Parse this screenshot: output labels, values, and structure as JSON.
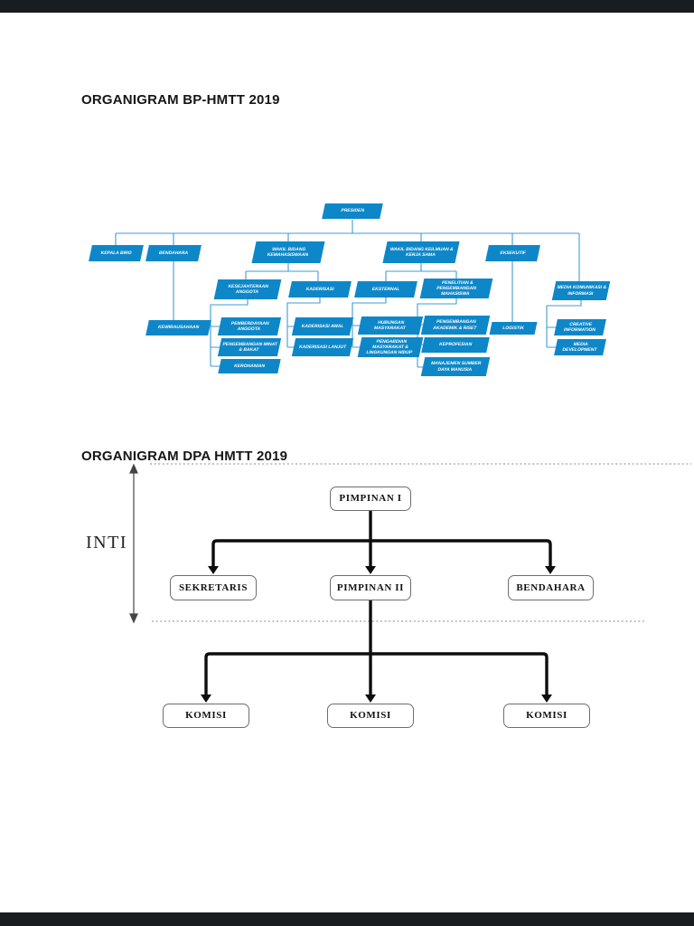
{
  "colors": {
    "accent": "#0e87c9",
    "connector_blue": "#3f9cd3",
    "line_black": "#0d0d0d",
    "dotted_gray": "#8a8a8a",
    "letterbox": "#191c20"
  },
  "bp": {
    "title": "ORGANIGRAM BP-HMTT 2019",
    "nodes": {
      "presiden": "PRESIDEN",
      "kepala_biro": "KEPALA BIRO",
      "bendahara": "BENDAHARA",
      "wakil_kemahasiswaan": "WAKIL BIDANG KEMAHASISWAAN",
      "wakil_keilmuan": "WAKIL BIDANG KEILMUAN & KERJA SAMA",
      "eksekutif": "EKSEKUTIF",
      "kewirausahaan": "KEWIRAUSAHAAN",
      "kesejahteraan_anggota": "KESEJAHTERAAN ANGGOTA",
      "kaderisasi": "KADERISASI",
      "pemberdayaan_anggota": "PEMBERDAYAAN ANGGOTA",
      "pengembangan_minat_bakat": "PENGEMBANGAN MINAT & BAKAT",
      "kerohanian": "KEROHANIAN",
      "kaderisasi_awal": "KADERISASI AWAL",
      "kaderisasi_lanjut": "KADERISASI LANJUT",
      "eksternal": "EKSTERNAL",
      "penelitian_pengembangan": "PENELITIAN & PENGEMBANGAN MAHASISWA",
      "hubungan_masyarakat": "HUBUNGAN MASYARAKAT",
      "pengabdian_masyarakat": "PENGABDIAN MASYARAKAT & LINGKUNGAN HIDUP",
      "pengembangan_akademik_riset": "PENGEMBANGAN AKADEMIK & RISET",
      "keprofesian": "KEPROFESIAN",
      "manajemen_sdm": "MANAJEMEN SUMBER DAYA MANUSIA",
      "logistik": "LOGISTIK",
      "media_kominfo": "MEDIA KOMUNIKASI & INFORMASI",
      "creative_information": "CREATIVE INFORMATION",
      "media_development": "MEDIA DEVELOPMENT"
    }
  },
  "dpa": {
    "title": "ORGANIGRAM DPA HMTT 2019",
    "side_label": "INTI",
    "nodes": {
      "pimpinan_1": "PIMPINAN I",
      "sekretaris": "SEKRETARIS",
      "pimpinan_2": "PIMPINAN II",
      "bendahara": "BENDAHARA",
      "komisi_1": "KOMISI",
      "komisi_2": "KOMISI",
      "komisi_3": "KOMISI"
    }
  }
}
